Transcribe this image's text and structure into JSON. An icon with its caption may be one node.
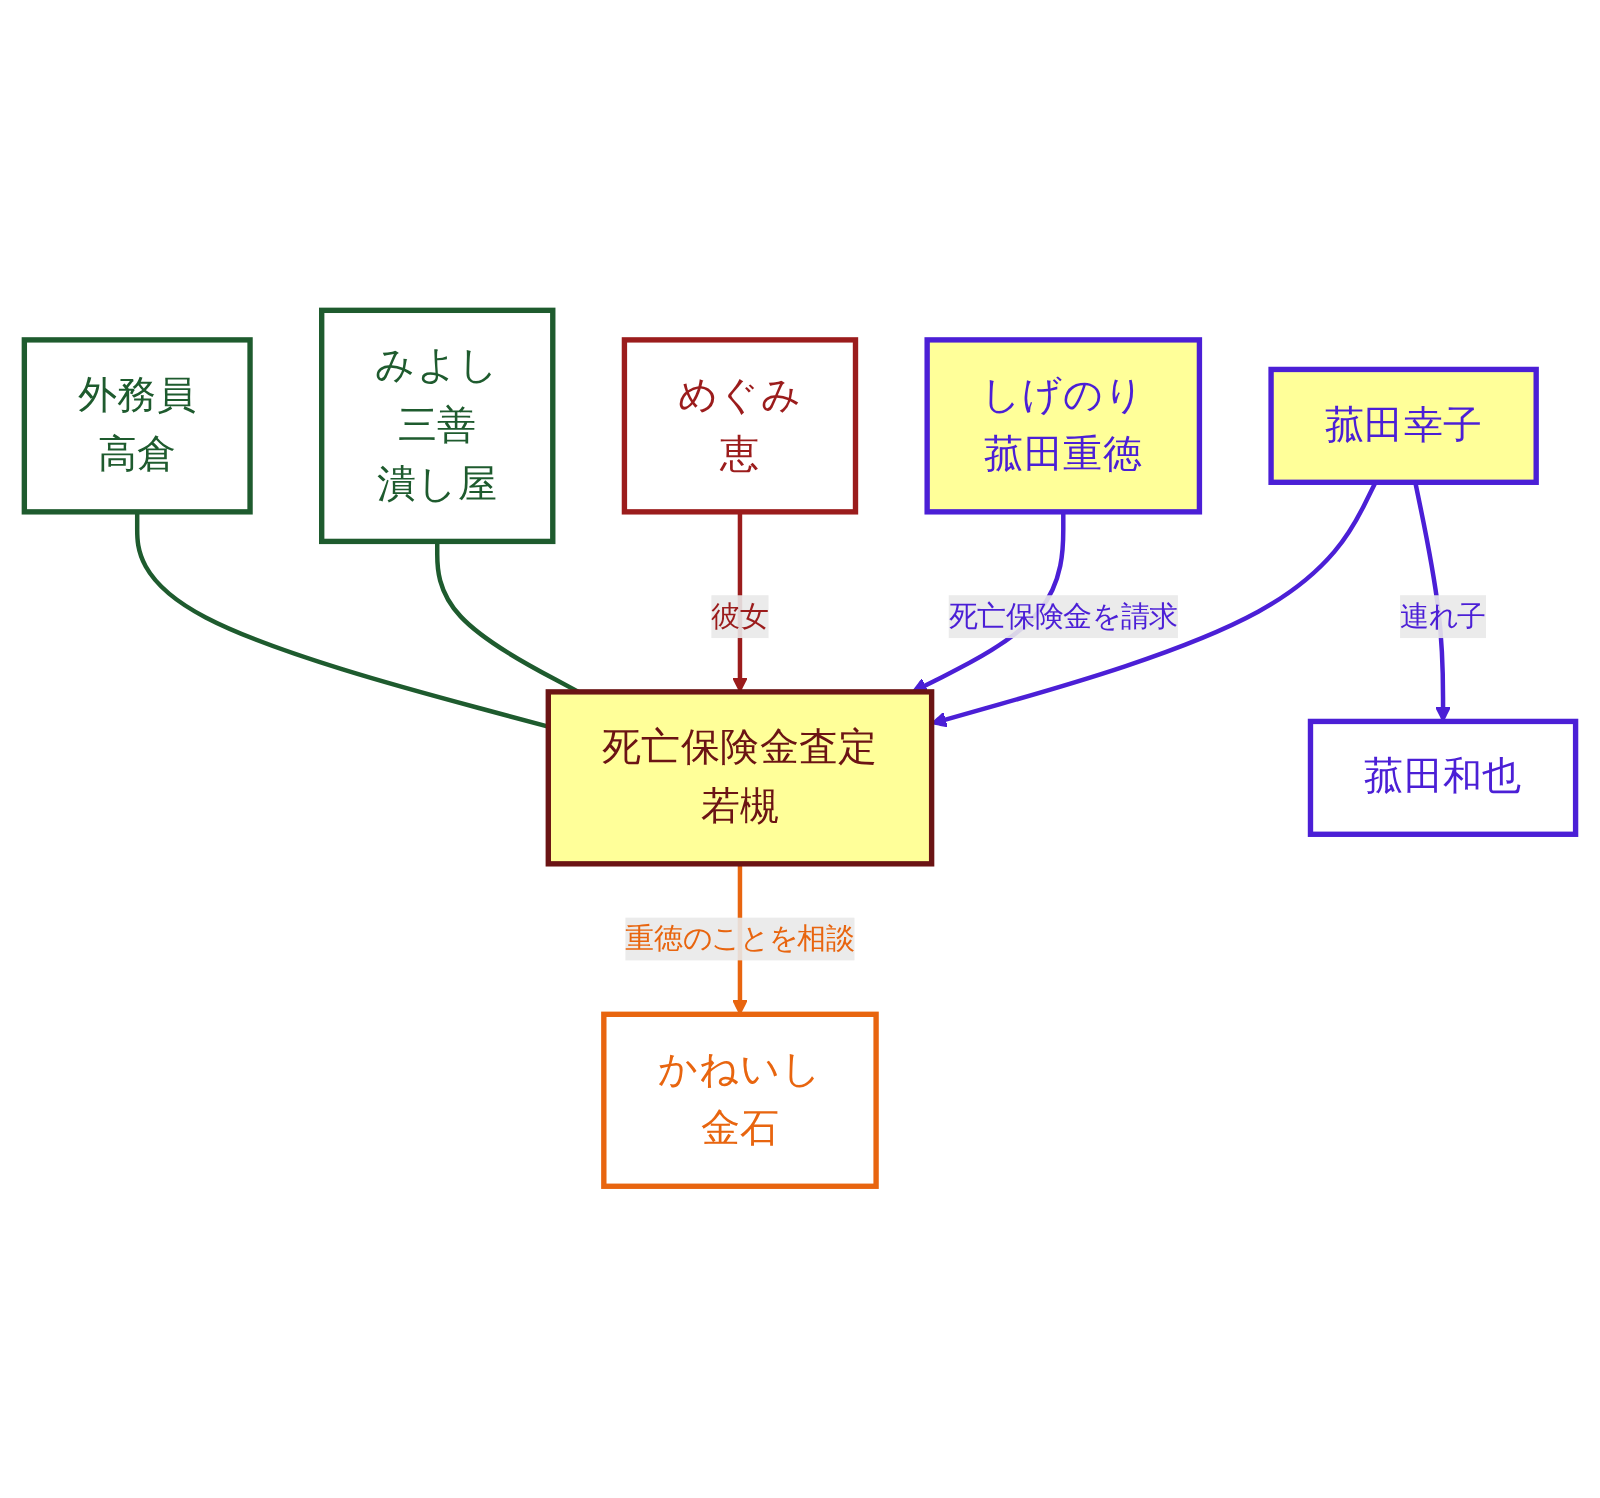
{
  "diagram": {
    "nodes": [
      {
        "text": [
          "外務員",
          "高倉"
        ]
      },
      {
        "text": [
          "みよし",
          "三善",
          "潰し屋"
        ]
      },
      {
        "text": [
          "死亡保険金査定",
          "若槻"
        ]
      },
      {
        "text": [
          "めぐみ",
          "恵"
        ]
      },
      {
        "text": [
          "かねいし",
          "金石"
        ]
      },
      {
        "text": [
          "しげのり",
          "菰田重徳"
        ]
      },
      {
        "text": [
          "菰田幸子"
        ]
      },
      {
        "text": [
          "菰田和也"
        ]
      }
    ],
    "edges": [
      {
        "from": 0,
        "to": 2,
        "arrow": "none",
        "color": "#1e5b2e"
      },
      {
        "from": 1,
        "to": 2,
        "arrow": "none",
        "color": "#1e5b2e"
      },
      {
        "from": 3,
        "to": 2,
        "arrow": "to",
        "label": "彼女",
        "color": "#9b1c1c"
      },
      {
        "from": 2,
        "to": 4,
        "arrow": "to",
        "label": "重徳のことを相談",
        "color": "#e8650f"
      },
      {
        "from": 5,
        "to": 2,
        "arrow": "to",
        "label": "死亡保険金を請求"
      },
      {
        "from": 6,
        "to": 2,
        "arrow": "to"
      },
      {
        "from": 6,
        "to": 7,
        "arrow": "to",
        "label": "連れ子"
      }
    ]
  }
}
